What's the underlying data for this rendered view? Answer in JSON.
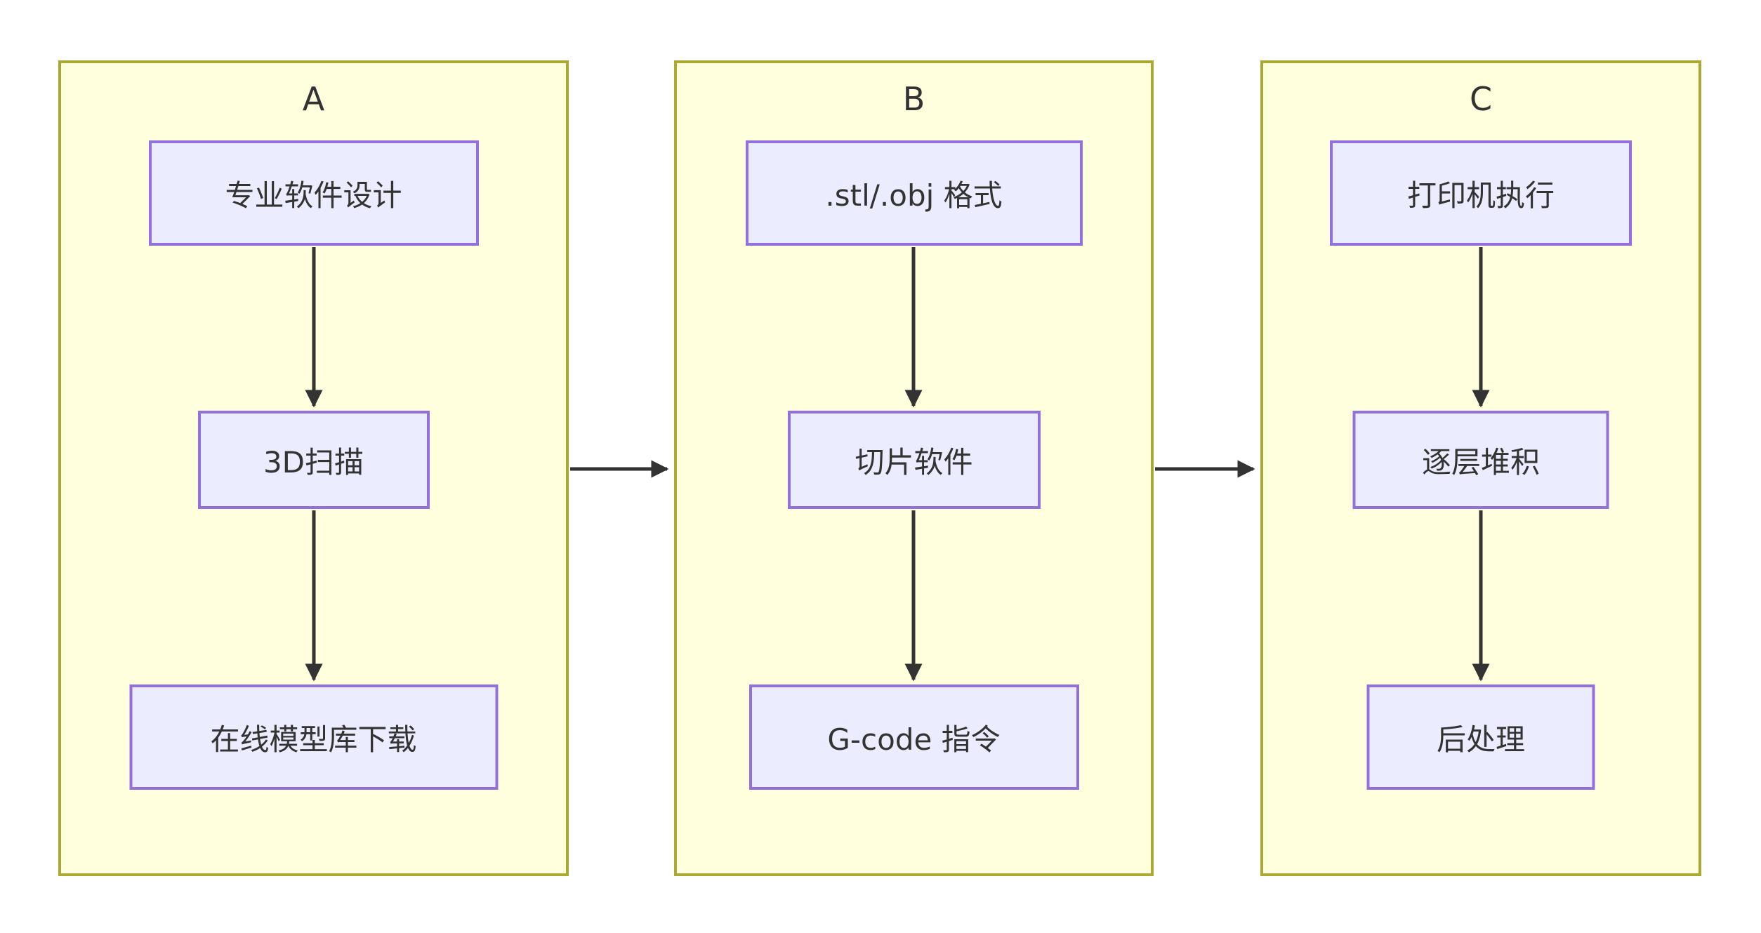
{
  "diagram": {
    "type": "flowchart-top-down",
    "groups": [
      {
        "title": "A",
        "nodes": [
          {
            "label": "专业软件设计"
          },
          {
            "label": "3D扫描"
          },
          {
            "label": "在线模型库下载"
          }
        ]
      },
      {
        "title": "B",
        "nodes": [
          {
            "label": ".stl/.obj 格式"
          },
          {
            "label": "切片软件"
          },
          {
            "label": "G-code 指令"
          }
        ]
      },
      {
        "title": "C",
        "nodes": [
          {
            "label": "打印机执行"
          },
          {
            "label": "逐层堆积"
          },
          {
            "label": "后处理"
          }
        ]
      }
    ],
    "edges": [
      "A1->A2",
      "A2->A3",
      "B1->B2",
      "B2->B3",
      "C1->C2",
      "C2->C3",
      "A->B",
      "B->C"
    ],
    "colors": {
      "canvas": "#ffffff",
      "cluster_fill": "#ffffde",
      "cluster_border": "#aaaa33",
      "node_fill": "#ececff",
      "node_border": "#9370db",
      "edge": "#333333",
      "text": "#333333"
    }
  }
}
